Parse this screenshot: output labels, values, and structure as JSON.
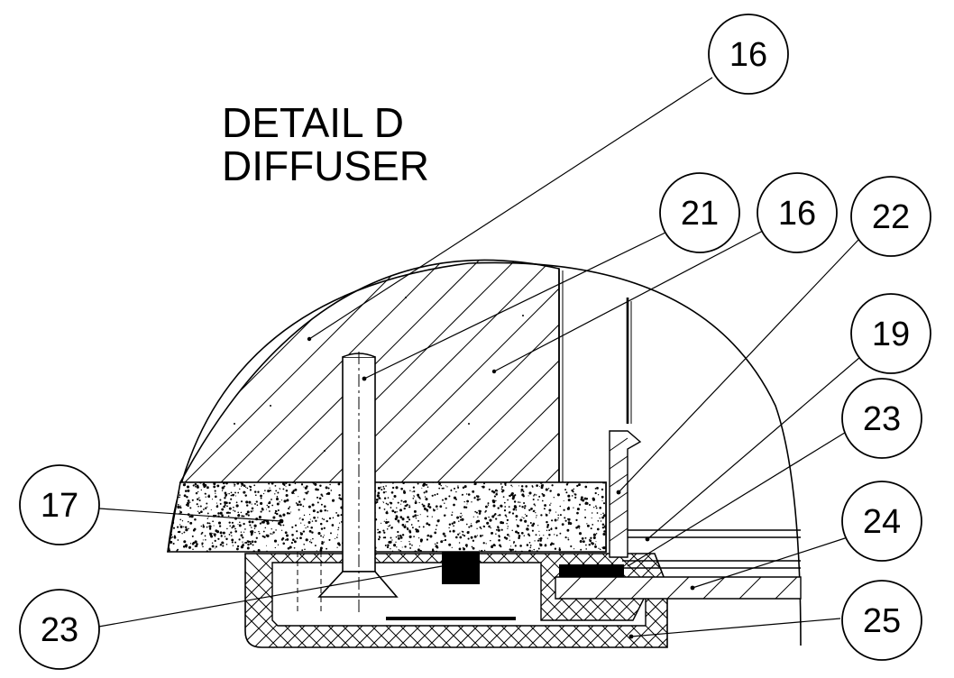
{
  "title": {
    "line1": "DETAIL D",
    "line2": "DIFFUSER"
  },
  "callouts": [
    {
      "id": "c16a",
      "label": "16"
    },
    {
      "id": "c21",
      "label": "21"
    },
    {
      "id": "c16b",
      "label": "16"
    },
    {
      "id": "c22",
      "label": "22"
    },
    {
      "id": "c19",
      "label": "19"
    },
    {
      "id": "c23a",
      "label": "23"
    },
    {
      "id": "c17",
      "label": "17"
    },
    {
      "id": "c24",
      "label": "24"
    },
    {
      "id": "c25",
      "label": "25"
    },
    {
      "id": "c23b",
      "label": "23"
    }
  ],
  "colors": {
    "stroke": "#000000",
    "background": "#ffffff"
  }
}
